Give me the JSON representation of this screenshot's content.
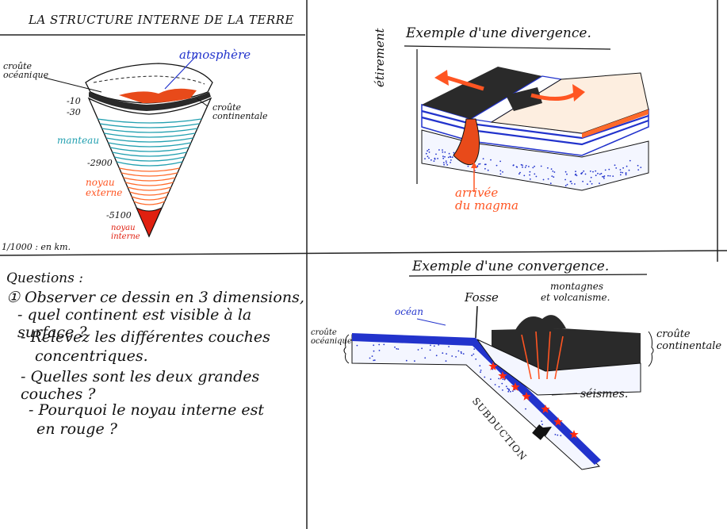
{
  "panels": {
    "earth": {
      "title": "LA STRUCTURE INTERNE DE LA TERRE",
      "labels": {
        "croute_oceanique": "croûte océanique",
        "atmosphere": "atmosphère",
        "croute_continentale": "croûte continentale",
        "manteau": "manteau",
        "noyau_externe": "noyau externe",
        "noyau_interne": "noyau interne",
        "depth_10": "-10",
        "depth_30": "-30",
        "depth_2900": "-2900",
        "depth_5100": "-5100",
        "scale": "1/1000 : en km."
      }
    },
    "divergence": {
      "title": "Exemple d'une divergence.",
      "labels": {
        "etirement": "étirement",
        "arrivee": "arrivée",
        "magma": "du magma"
      }
    },
    "questions": {
      "heading": "Questions :",
      "items": [
        "① Observer ce dessin en 3 dimensions,",
        "- quel continent est visible à la surface ?",
        "- Relevez les différentes couches",
        "concentriques.",
        "- Quelles sont les deux grandes couches ?",
        "- Pourquoi le noyau interne est",
        "en rouge ?"
      ]
    },
    "convergence": {
      "title": "Exemple d'une convergence.",
      "labels": {
        "ocean": "océan",
        "fosse": "Fosse",
        "montagnes": "montagnes",
        "volcanisme": "et volcanisme.",
        "croute_oceanique": "croûte océanique",
        "croute_continentale": "croûte continentale",
        "seismes": "séismes.",
        "subduction": "SUBDUCTION"
      }
    }
  },
  "colors": {
    "ink": "#111111",
    "blue": "#2233cc",
    "orange": "#ff5522",
    "teal": "#22a0b0",
    "red": "#e02010",
    "dark": "#2a2a2a"
  }
}
